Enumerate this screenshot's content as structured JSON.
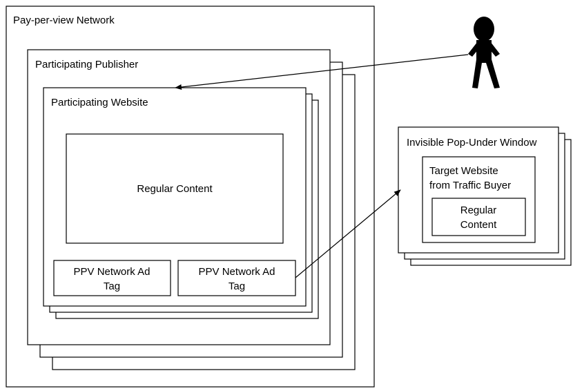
{
  "network": {
    "label": "Pay-per-view Network"
  },
  "publisher": {
    "label": "Participating Publisher"
  },
  "website": {
    "label": "Participating Website"
  },
  "regular_content": {
    "label": "Regular Content"
  },
  "ad_tag_left": {
    "line1": "PPV Network Ad",
    "line2": "Tag"
  },
  "ad_tag_right": {
    "line1": "PPV Network Ad",
    "line2": "Tag"
  },
  "popunder": {
    "label": "Invisible Pop-Under Window"
  },
  "target_website": {
    "line1": "Target Website",
    "line2": "from Traffic Buyer"
  },
  "target_regular_content": {
    "line1": "Regular",
    "line2": "Content"
  },
  "icons": {
    "user": "person-icon"
  }
}
